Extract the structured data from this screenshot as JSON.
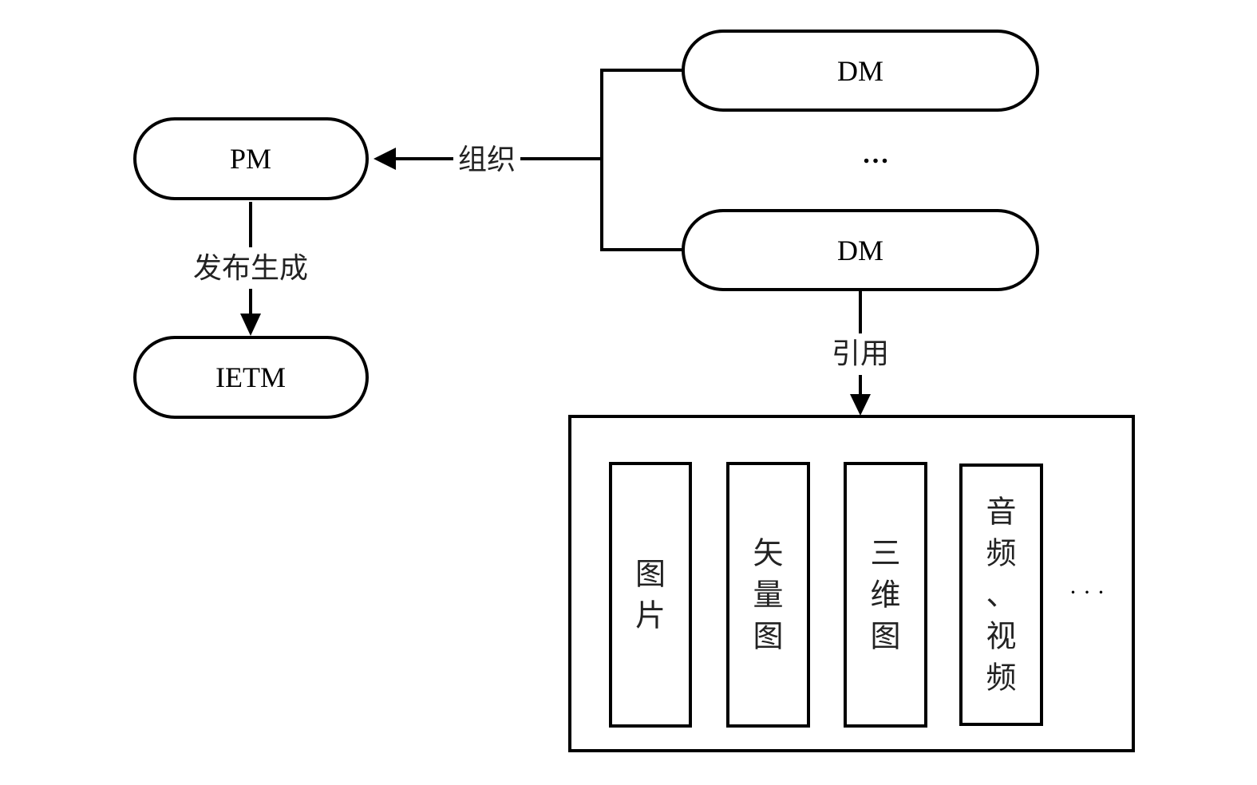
{
  "nodes": {
    "pm": "PM",
    "ietm": "IETM",
    "dm_top": "DM",
    "dm_bottom": "DM",
    "dm_ellipsis": "…"
  },
  "edges": {
    "organize": "组织",
    "publish_generate": "发布生成",
    "reference": "引用"
  },
  "resources": {
    "items": [
      {
        "label": "图片",
        "chars": [
          "图",
          "片"
        ]
      },
      {
        "label": "矢量图",
        "chars": [
          "矢",
          "量",
          "图"
        ]
      },
      {
        "label": "三维图",
        "chars": [
          "三",
          "维",
          "图"
        ]
      },
      {
        "label": "音频、视频",
        "chars": [
          "音",
          "频",
          "、",
          "视",
          "频"
        ]
      }
    ],
    "more": "· · ·"
  }
}
